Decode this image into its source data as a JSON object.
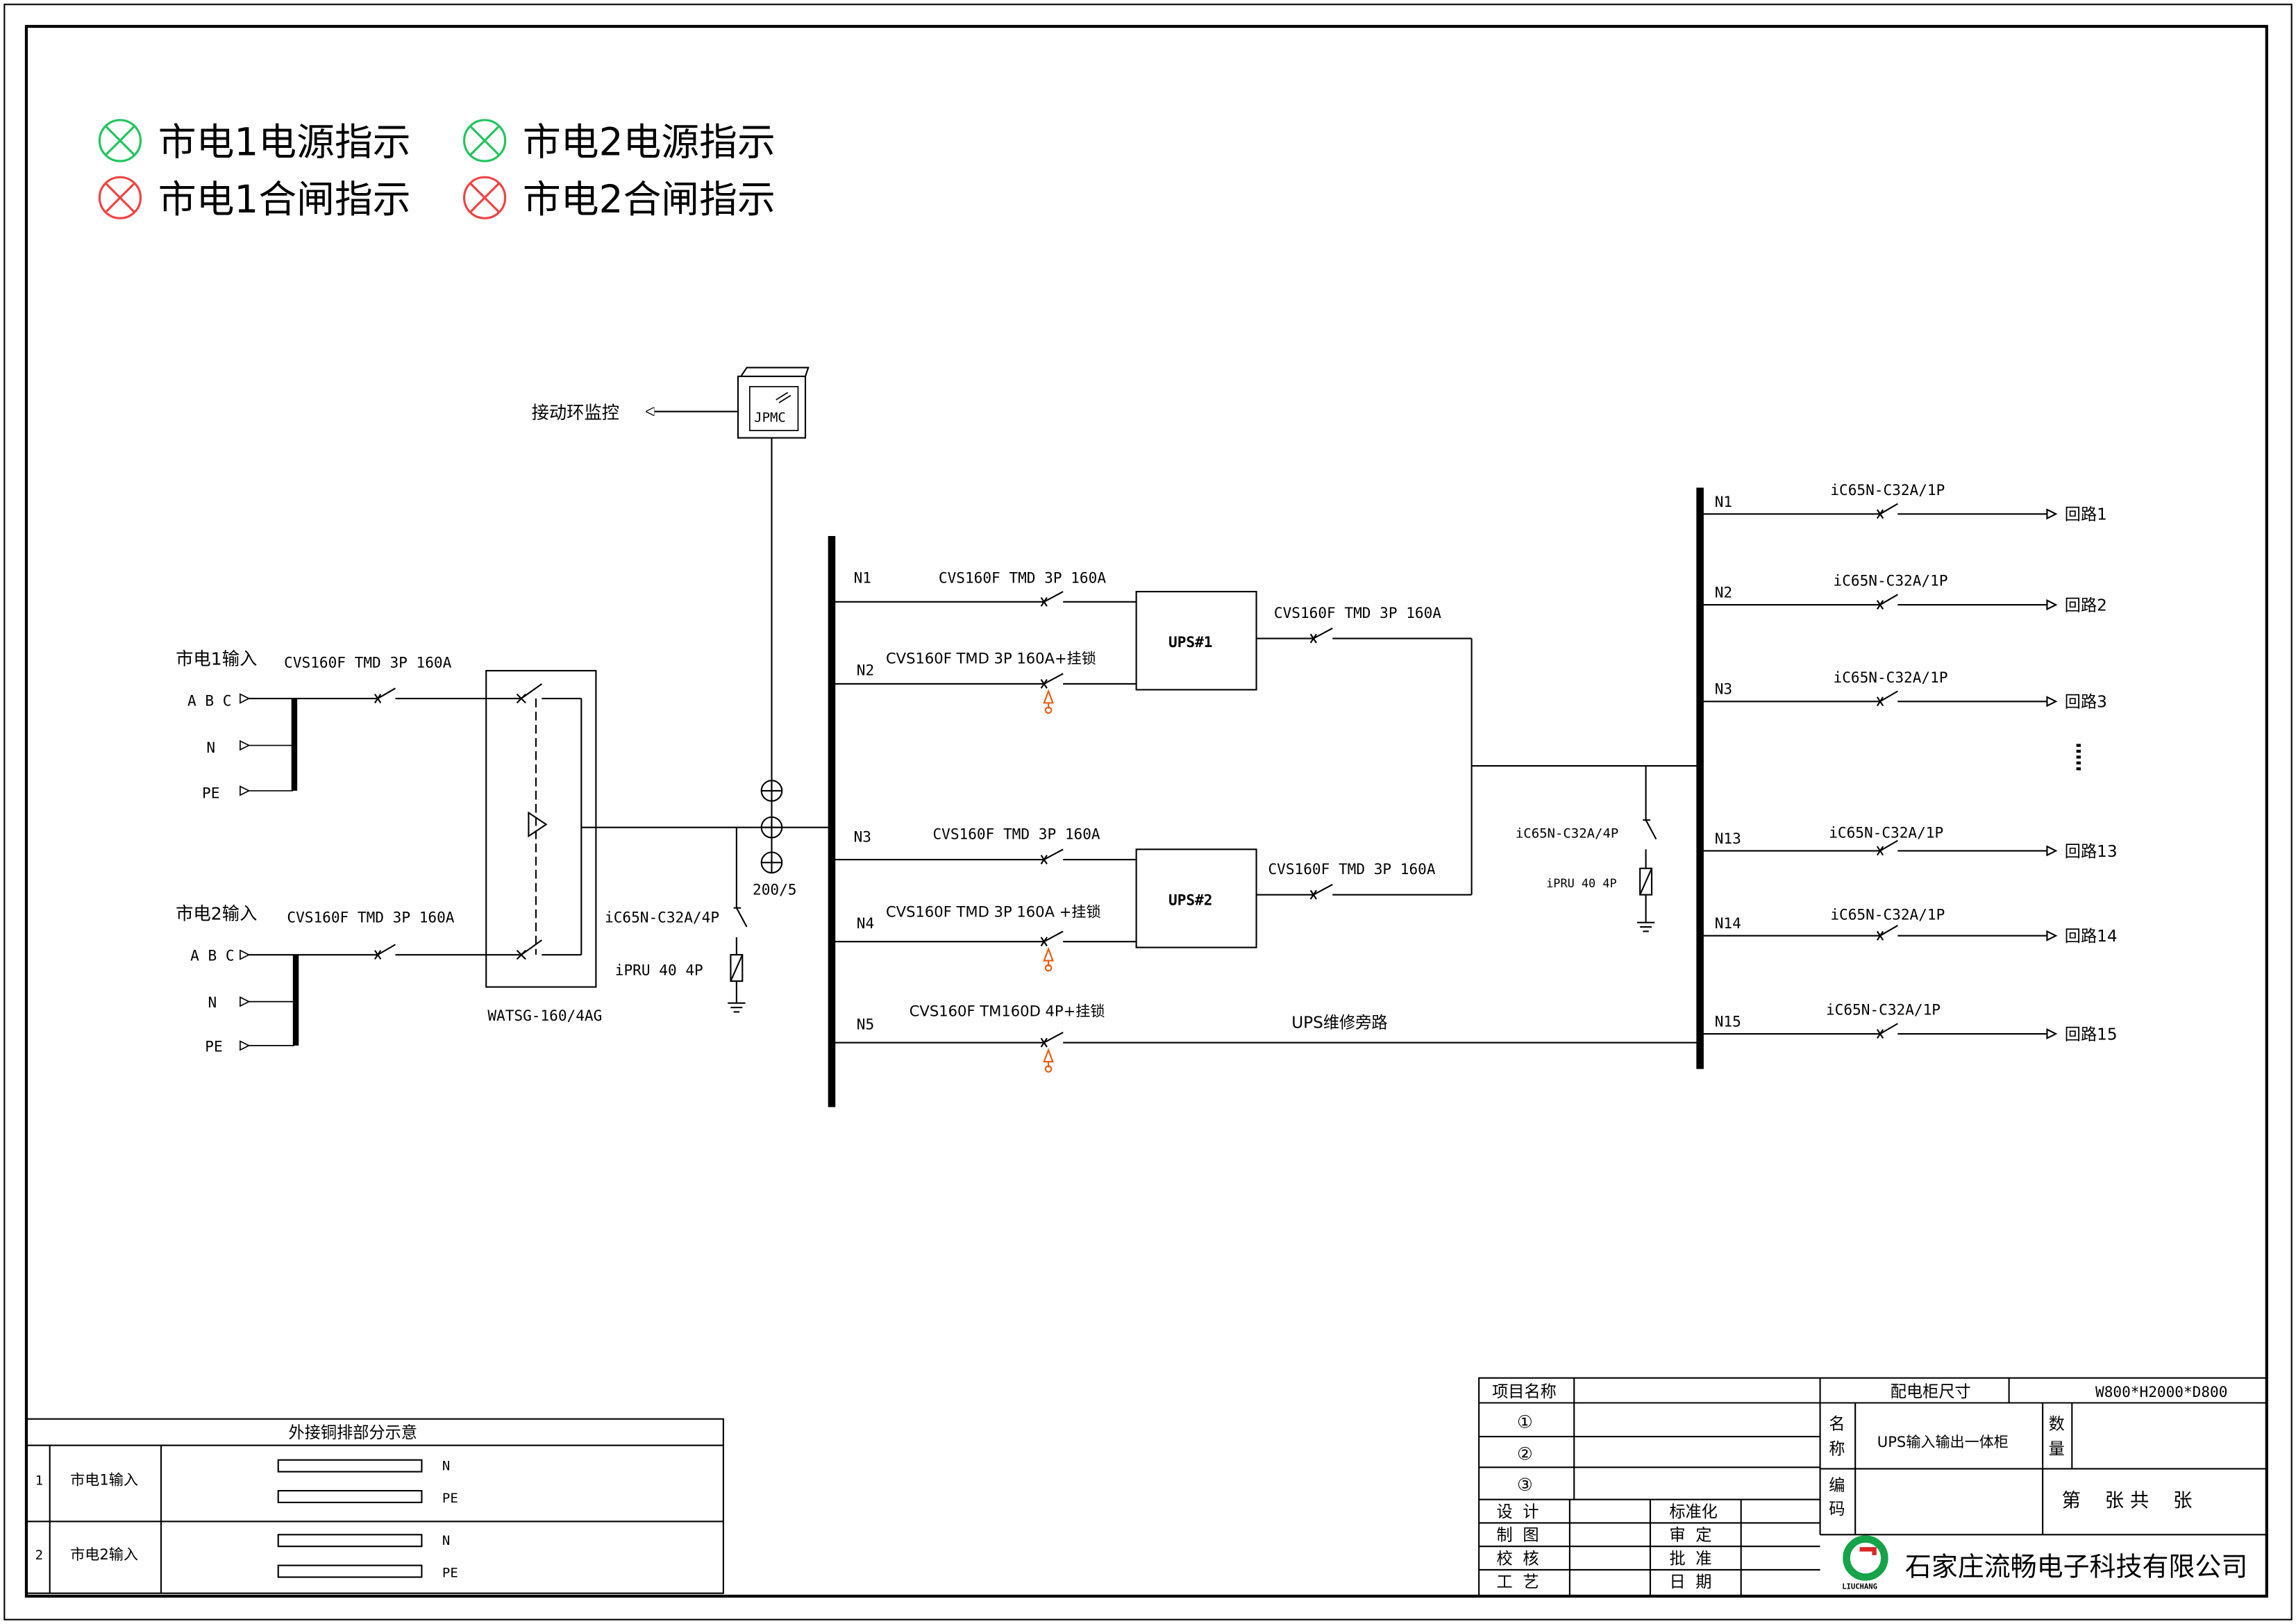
{
  "legend": [
    {
      "label": "市电1电源指示",
      "color": "#22c55e"
    },
    {
      "label": "市电2电源指示",
      "color": "#22c55e"
    },
    {
      "label": "市电1合闸指示",
      "color": "#ef4444"
    },
    {
      "label": "市电2合闸指示",
      "color": "#ef4444"
    }
  ],
  "monitor": {
    "label": "接动环监控",
    "device": "JPMC"
  },
  "inputs": {
    "input1": {
      "title": "市电1输入",
      "breaker": "CVS160F TMD 3P 160A",
      "abc": "A B C",
      "n": "N",
      "pe": "PE"
    },
    "input2": {
      "title": "市电2输入",
      "breaker": "CVS160F TMD 3P 160A",
      "abc": "A B C",
      "n": "N",
      "pe": "PE"
    }
  },
  "ats": {
    "label": "WATSG-160/4AG"
  },
  "ct": {
    "label": "200/5"
  },
  "spd_left": {
    "breaker": "iC65N-C32A/4P",
    "spd": "iPRU 40 4P"
  },
  "spd_right": {
    "breaker": "iC65N-C32A/4P",
    "spd": "iPRU 40 4P"
  },
  "left_bus": {
    "N1": {
      "id": "N1",
      "breaker": "CVS160F TMD 3P 160A"
    },
    "N2": {
      "id": "N2",
      "breaker": "CVS160F TMD 3P 160A+挂锁"
    },
    "N3": {
      "id": "N3",
      "breaker": "CVS160F TMD 3P 160A"
    },
    "N4": {
      "id": "N4",
      "breaker": "CVS160F TMD 3P 160A +挂锁"
    },
    "N5": {
      "id": "N5",
      "breaker": "CVS160F TM160D 4P+挂锁"
    }
  },
  "ups": {
    "ups1": {
      "label": "UPS#1",
      "out_breaker": "CVS160F TMD 3P 160A"
    },
    "ups2": {
      "label": "UPS#2",
      "out_breaker": "CVS160F TMD 3P 160A"
    }
  },
  "bypass": {
    "label": "UPS维修旁路"
  },
  "outputs": [
    {
      "id": "N1",
      "breaker": "iC65N-C32A/1P",
      "circuit": "回路1"
    },
    {
      "id": "N2",
      "breaker": "iC65N-C32A/1P",
      "circuit": "回路2"
    },
    {
      "id": "N3",
      "breaker": "iC65N-C32A/1P",
      "circuit": "回路3"
    },
    {
      "id": "N13",
      "breaker": "iC65N-C32A/1P",
      "circuit": "回路13"
    },
    {
      "id": "N14",
      "breaker": "iC65N-C32A/1P",
      "circuit": "回路14"
    },
    {
      "id": "N15",
      "breaker": "iC65N-C32A/1P",
      "circuit": "回路15"
    }
  ],
  "copper_table": {
    "title": "外接铜排部分示意",
    "rows": [
      {
        "no": "1",
        "name": "市电1输入",
        "bars": [
          "N",
          "PE"
        ]
      },
      {
        "no": "2",
        "name": "市电2输入",
        "bars": [
          "N",
          "PE"
        ]
      }
    ]
  },
  "title_block": {
    "project_name": "项目名称",
    "cabinet_size_label": "配电柜尺寸",
    "cabinet_size": "W800*H2000*D800",
    "nums": [
      "①",
      "②",
      "③"
    ],
    "name_label": "名\n称",
    "name_value": "UPS输入输出一体柜",
    "qty_label": "数\n量",
    "code_label": "编\n码",
    "sheet": "第    张 共    张",
    "roles_left": [
      "设  计",
      "制  图",
      "校  核",
      "工  艺"
    ],
    "roles_right": [
      "标准化",
      "审  定",
      "批  准",
      "日  期"
    ],
    "company": "石家庄流畅电子科技有限公司",
    "logo_text": "LIUCHANG"
  }
}
